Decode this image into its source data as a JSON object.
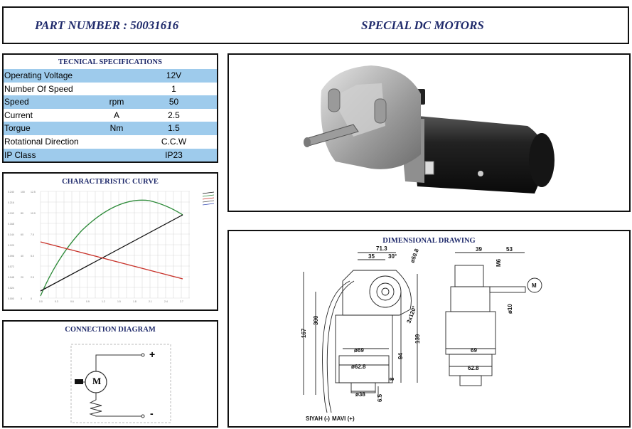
{
  "header": {
    "part_number": "PART NUMBER  : 50031616",
    "product_title": "SPECIAL DC MOTORS"
  },
  "specs": {
    "title": "TECNICAL SPECIFICATIONS",
    "rows": [
      {
        "name": "Operating Voltage",
        "unit": "",
        "value": "12V"
      },
      {
        "name": "Number Of Speed",
        "unit": "",
        "value": "1"
      },
      {
        "name": "Speed",
        "unit": "rpm",
        "value": "50"
      },
      {
        "name": "Current",
        "unit": "A",
        "value": "2.5"
      },
      {
        "name": "Torgue",
        "unit": "Nm",
        "value": "1.5"
      },
      {
        "name": "Rotational Direction",
        "unit": "",
        "value": "C.C.W"
      },
      {
        "name": "IP Class",
        "unit": "",
        "value": "IP23"
      }
    ],
    "shade_color": "#9ecbec"
  },
  "curve": {
    "title": "CHARACTERISTIC CURVE",
    "colors": {
      "green": "#2e8b3a",
      "black": "#111111",
      "red": "#c8322a"
    }
  },
  "connection": {
    "title": "CONNECTION DIAGRAM",
    "plus": "+",
    "minus": "-",
    "motor_label": "M"
  },
  "dimensional": {
    "title": "DIMENSIONAL DRAWING",
    "labels": {
      "d71_3": "71.3",
      "d35": "35",
      "d30": "30°",
      "d50_8": "ø50.8",
      "d3x120": "3x120°",
      "d167": "167",
      "d300": "300",
      "d69a": "ø69",
      "d62_8a": "ø62.8",
      "d94": "94",
      "d139": "139",
      "d8": "8",
      "d38": "ø38",
      "d6_5": "6.5",
      "d39": "39",
      "d53": "53",
      "m6": "M6",
      "d10": "ø10",
      "d69b": "69",
      "d62_8b": "62.8",
      "m_symbol": "M",
      "siyah": "SIYAH (-)",
      "mavi": "MAVI (+)"
    }
  }
}
